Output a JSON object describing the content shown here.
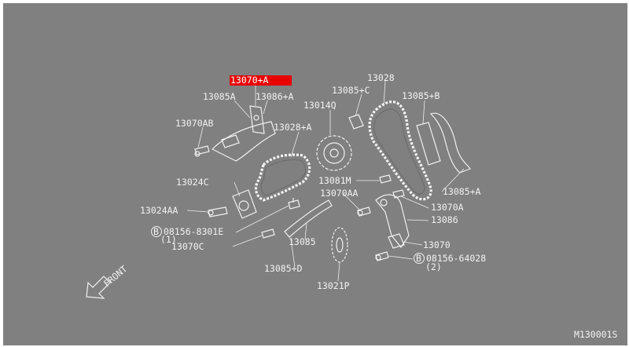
{
  "highlight_color": "#e80000",
  "background_color": "#808080",
  "labels": {
    "p13070A": "13070+A",
    "p13085A_small": "13085A",
    "p13086A": "13086+A",
    "p13070AB": "13070AB",
    "p13028A": "13028+A",
    "p13014Q": "13014Q",
    "p13085C": "13085+C",
    "p13028": "13028",
    "p13085B": "13085+B",
    "p13024C": "13024C",
    "p13024AA": "13024AA",
    "p08156_8301E": "08156-8301E",
    "qty1": "(1)",
    "p13070C": "13070C",
    "p13085": "13085",
    "p13085D": "13085+D",
    "p13081M": "13081M",
    "p13070AA": "13070AA",
    "p13070A_lower": "13070A",
    "p13086": "13086",
    "p13085A_right": "13085+A",
    "p13070": "13070",
    "p08156_64028": "08156-64028",
    "qty2": "(2)",
    "p13021P": "13021P",
    "bolt_mark": "B",
    "front": "FRONT",
    "diagram_code": "M130001S"
  }
}
